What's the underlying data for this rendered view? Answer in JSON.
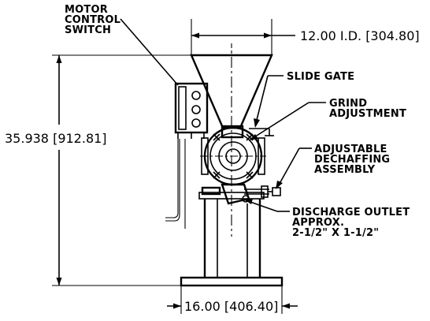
{
  "labels": {
    "motor_control_switch": [
      "MOTOR",
      "CONTROL",
      "SWITCH"
    ],
    "slide_gate": "SLIDE GATE",
    "grind_adjustment": [
      "GRIND",
      "ADJUSTMENT"
    ],
    "dechaffing_assembly": [
      "ADJUSTABLE",
      "DECHAFFING",
      "ASSEMBLY"
    ],
    "discharge_outlet": [
      "DISCHARGE OUTLET",
      "APPROX.",
      "2-1/2\" X 1-1/2\""
    ]
  },
  "dimensions": {
    "top_width": "12.00 I.D. [304.80]",
    "height": "35.938 [912.81]",
    "base_width": "16.00 [406.40]"
  }
}
